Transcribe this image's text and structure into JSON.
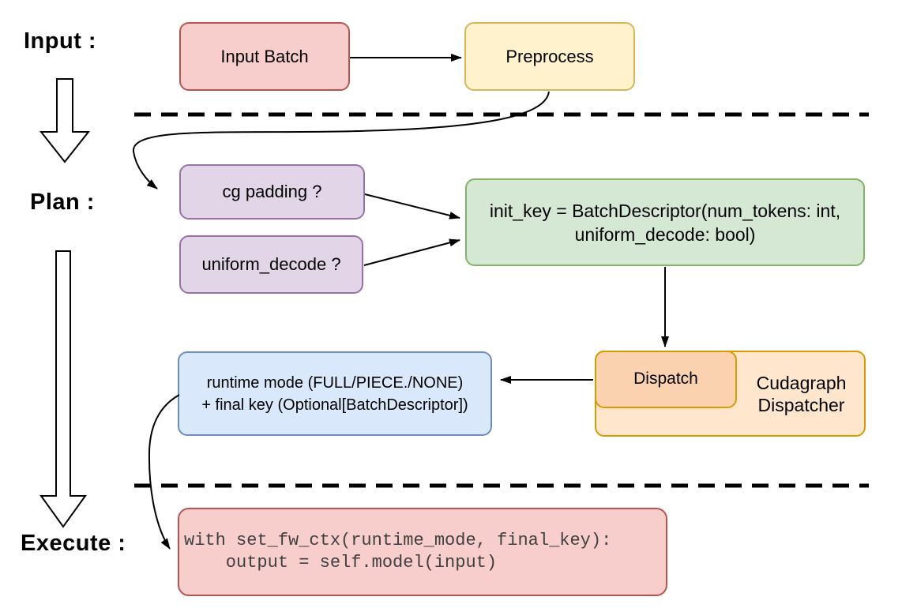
{
  "diagram_title": "Cudagraph dispatch flow (Input / Plan / Execute)",
  "stages": {
    "input": "Input :",
    "plan": "Plan :",
    "execute": "Execute :"
  },
  "nodes": {
    "input_batch": {
      "label": "Input Batch",
      "fill": "#f8cecc",
      "stroke": "#b85450"
    },
    "preprocess": {
      "label": "Preprocess",
      "fill": "#fff2cc",
      "stroke": "#d6b656"
    },
    "cg_padding": {
      "label": "cg padding ?",
      "fill": "#e1d5e7",
      "stroke": "#9673a6"
    },
    "uniform_decode": {
      "label": "uniform_decode ?",
      "fill": "#e1d5e7",
      "stroke": "#9673a6"
    },
    "init_key": {
      "line1": "init_key = BatchDescriptor(num_tokens: int,",
      "line2": "uniform_decode: bool)",
      "fill": "#d5e8d4",
      "stroke": "#82b366"
    },
    "runtime_mode": {
      "line1": "runtime mode (FULL/PIECE./NONE)",
      "line2": "+ final key (Optional[BatchDescriptor])",
      "fill": "#dae8fc",
      "stroke": "#6c8ebf"
    },
    "dispatch": {
      "label": "Dispatch",
      "fill": "#fbd2b0",
      "stroke": "#d79b00"
    },
    "cudagraph_dispatcher": {
      "line1": "Cudagraph",
      "line2": "Dispatcher",
      "fill": "#ffe6cc",
      "stroke": "#d79b00"
    },
    "execute_code": {
      "line1": "with set_fw_ctx(runtime_mode, final_key):",
      "line2": "    output = self.model(input)",
      "fill": "#f8cecc",
      "stroke": "#b85450",
      "text_color": "#3f3f3f"
    }
  },
  "colors": {
    "connector": "#000000",
    "divider": "#000000",
    "background": "#ffffff"
  }
}
